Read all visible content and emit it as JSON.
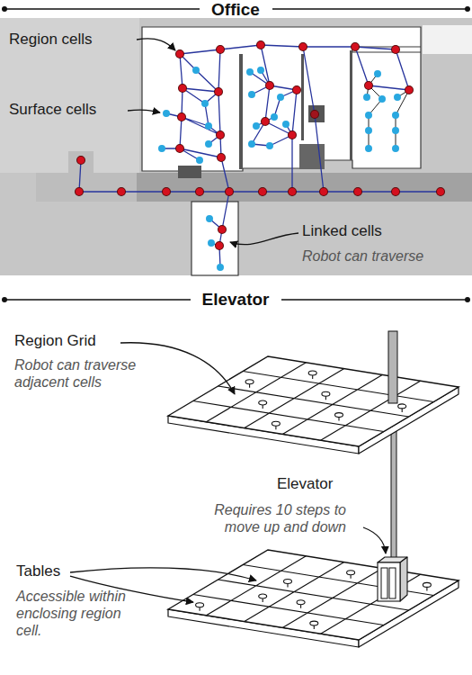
{
  "diagram": {
    "labels": [
      "Office",
      "Region cells",
      "Surface cells",
      "Linked cells",
      "Robot can traverse",
      "Elevator",
      "Region Grid",
      "Robot can traverse adjacent cells",
      "Elevator",
      "Requires 10 steps to move up and down",
      "Tables",
      "Accessible within enclosing region cell."
    ]
  }
}
